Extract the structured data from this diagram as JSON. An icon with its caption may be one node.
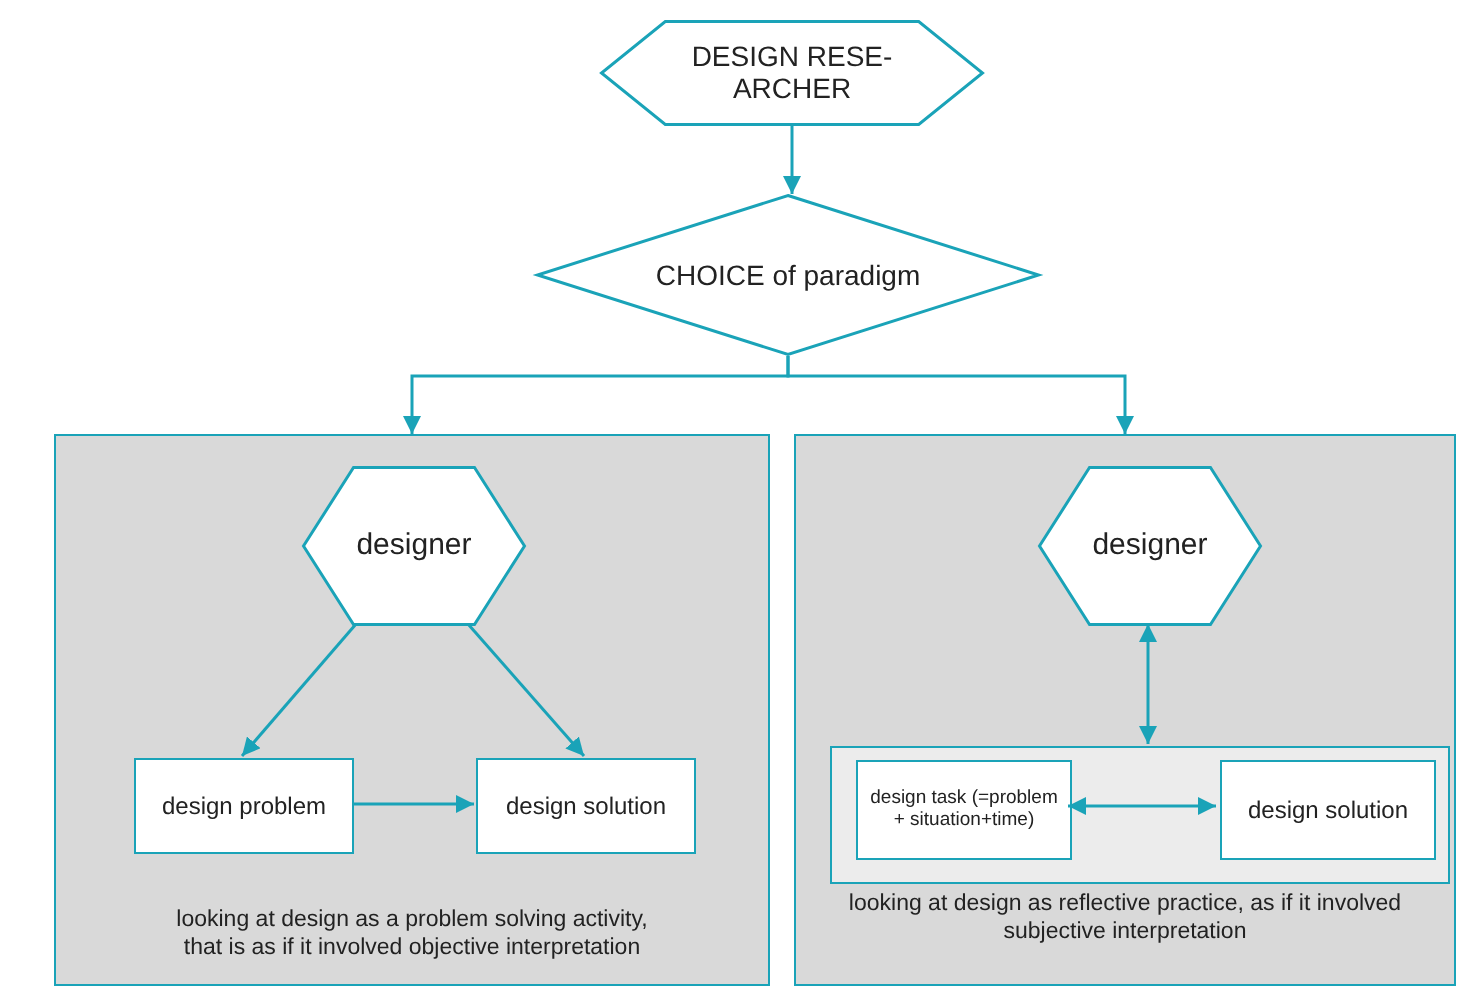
{
  "diagram": {
    "nodes": [
      {
        "text": [
          "DESIGN RESE- ARCHER"
        ]
      },
      {
        "text": [
          "CHOICE of paradigm"
        ]
      },
      {
        "text": [
          "looking at design as a problem solving activity, that is as if it involved objective interpretation"
        ]
      },
      {
        "text": [
          "designer"
        ],
        "in": 2
      },
      {
        "text": [
          "design problem"
        ],
        "in": 2
      },
      {
        "text": [
          "design solution"
        ],
        "in": 2
      },
      {
        "text": [
          "looking at design as reflective practice, as if it involved subjective interpretation"
        ]
      },
      {
        "text": [
          "designer"
        ],
        "in": 6
      },
      {
        "text": [],
        "shape": "box",
        "in": 6
      },
      {
        "text": [
          "design task (=problem + situation+time)"
        ],
        "in": 8
      },
      {
        "text": [
          "design solution"
        ],
        "in": 8
      }
    ],
    "edges": [
      {
        "from": 0,
        "to": 1,
        "arrow": "to"
      },
      {
        "from": 1,
        "to": 2,
        "arrow": "to"
      },
      {
        "from": 1,
        "to": 6,
        "arrow": "to"
      },
      {
        "from": 3,
        "to": 4,
        "arrow": "to"
      },
      {
        "from": 3,
        "to": 5,
        "arrow": "to"
      },
      {
        "from": 4,
        "to": 5,
        "arrow": "to"
      },
      {
        "from": 7,
        "to": 8,
        "arrow": "both"
      },
      {
        "from": 9,
        "to": 10,
        "arrow": "both"
      }
    ]
  }
}
